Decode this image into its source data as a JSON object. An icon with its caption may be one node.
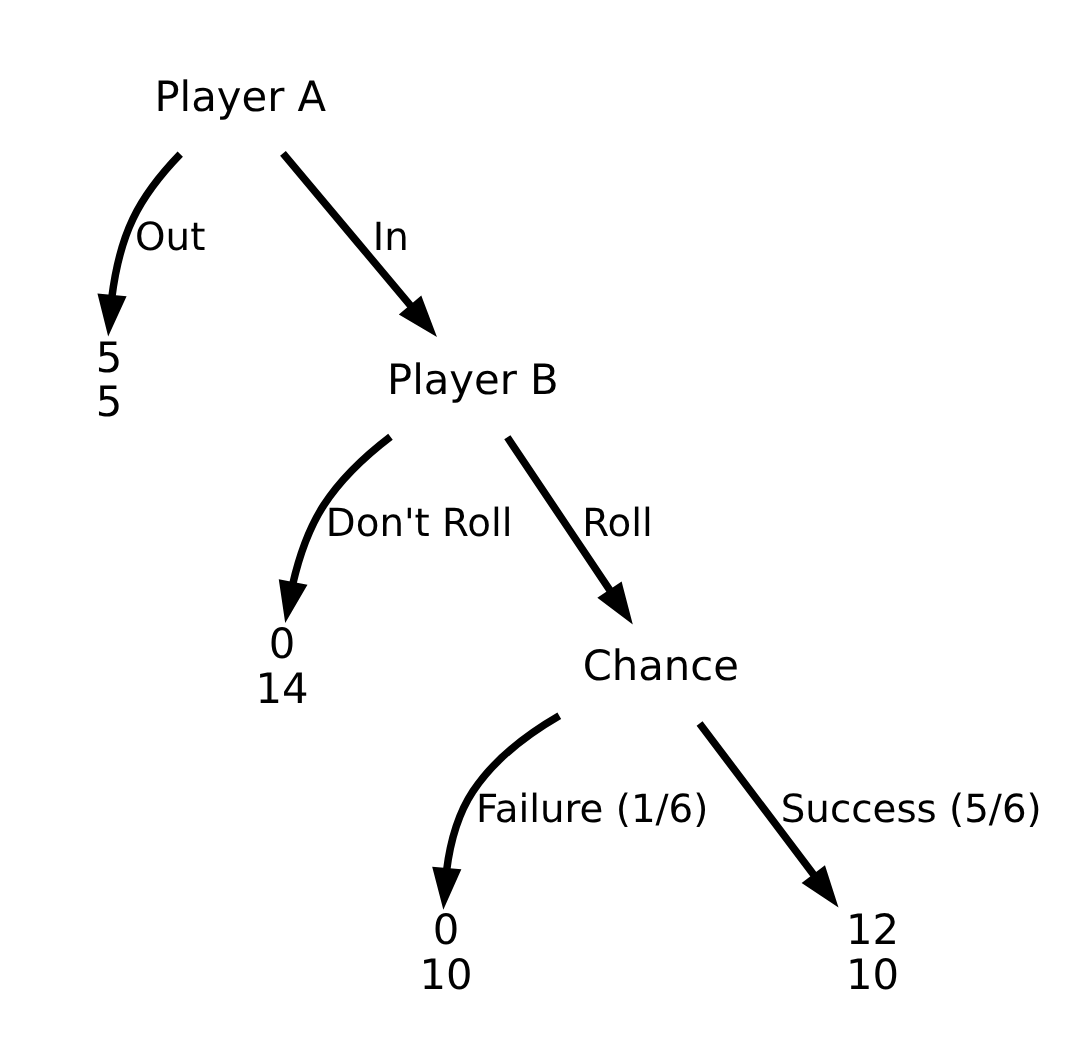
{
  "diagram": {
    "nodes": [
      {
        "text": [
          "Player A"
        ]
      },
      {
        "text": [
          "5",
          "5"
        ]
      },
      {
        "text": [
          "Player B"
        ]
      },
      {
        "text": [
          "0",
          "14"
        ]
      },
      {
        "text": [
          "Chance"
        ]
      },
      {
        "text": [
          "0",
          "10"
        ]
      },
      {
        "text": [
          "12",
          "10"
        ]
      }
    ],
    "edges": [
      {
        "from": 0,
        "to": 1,
        "arrow": "to",
        "label": "Out"
      },
      {
        "from": 0,
        "to": 2,
        "arrow": "to",
        "label": "In"
      },
      {
        "from": 2,
        "to": 3,
        "arrow": "to",
        "label": "Don't Roll"
      },
      {
        "from": 2,
        "to": 4,
        "arrow": "to",
        "label": "Roll"
      },
      {
        "from": 4,
        "to": 5,
        "arrow": "to",
        "label": "Failure (1/6)"
      },
      {
        "from": 4,
        "to": 6,
        "arrow": "to",
        "label": "Success (5/6)"
      }
    ]
  }
}
